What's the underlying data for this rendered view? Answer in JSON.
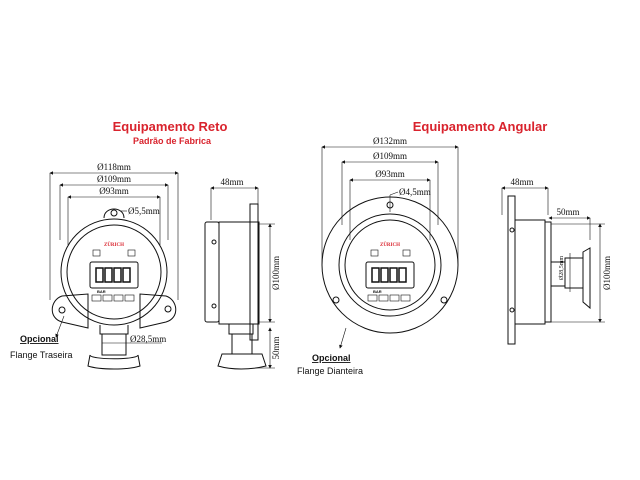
{
  "left": {
    "title": "Equipamento Reto",
    "subtitle": "Padrão de Fabrica",
    "dims": {
      "d118": "Ø118mm",
      "d109": "Ø109mm",
      "d93": "Ø93mm",
      "d5_5": "Ø5,5mm",
      "d28_5": "Ø28,5mm",
      "side48": "48mm",
      "side100": "Ø100mm",
      "side50": "50mm"
    },
    "brand": "ZÜRICH",
    "unit": "BAR",
    "optional_label": "Opcional",
    "optional_sub": "Flange Traseira"
  },
  "right": {
    "title": "Equipamento Angular",
    "dims": {
      "d132": "Ø132mm",
      "d109": "Ø109mm",
      "d93": "Ø93mm",
      "d4_5": "Ø4,5mm",
      "side48": "48mm",
      "side50": "50mm",
      "side100": "Ø100mm",
      "d28_5": "Ø28,5mm"
    },
    "brand": "ZÜRICH",
    "unit": "BAR",
    "optional_label": "Opcional",
    "optional_sub": "Flange Dianteira"
  }
}
